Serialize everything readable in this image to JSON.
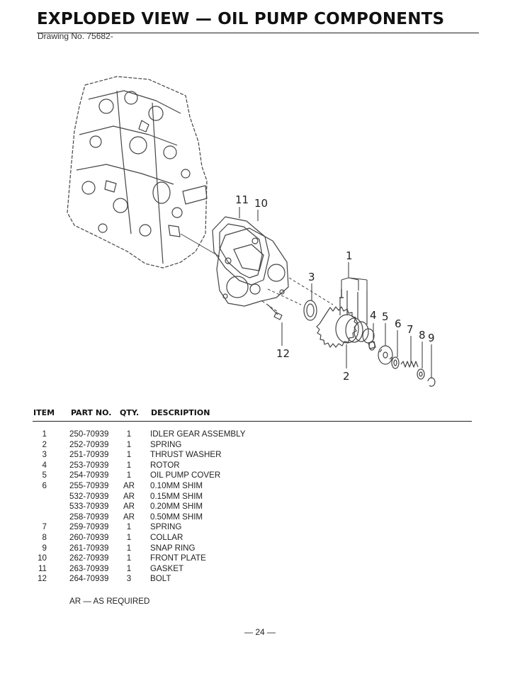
{
  "header": {
    "title": "EXPLODED VIEW — OIL PUMP COMPONENTS",
    "drawing_no": "Drawing No. 75682-"
  },
  "figure": {
    "callouts": [
      "1",
      "2",
      "3",
      "4",
      "5",
      "6",
      "7",
      "8",
      "9",
      "10",
      "11",
      "12"
    ]
  },
  "table": {
    "columns": [
      "ITEM",
      "PART NO.",
      "QTY.",
      "DESCRIPTION"
    ],
    "rows": [
      {
        "item": "1",
        "part": "250-70939",
        "qty": "1",
        "desc": "IDLER GEAR ASSEMBLY"
      },
      {
        "item": "2",
        "part": "252-70939",
        "qty": "1",
        "desc": "SPRING"
      },
      {
        "item": "3",
        "part": "251-70939",
        "qty": "1",
        "desc": "THRUST WASHER"
      },
      {
        "item": "4",
        "part": "253-70939",
        "qty": "1",
        "desc": "ROTOR"
      },
      {
        "item": "5",
        "part": "254-70939",
        "qty": "1",
        "desc": "OIL PUMP COVER"
      },
      {
        "item": "6",
        "part": "255-70939",
        "qty": "AR",
        "desc": "0.10MM SHIM"
      },
      {
        "item": "",
        "part": "532-70939",
        "qty": "AR",
        "desc": "0.15MM SHIM"
      },
      {
        "item": "",
        "part": "533-70939",
        "qty": "AR",
        "desc": "0.20MM SHIM"
      },
      {
        "item": "",
        "part": "258-70939",
        "qty": "AR",
        "desc": "0.50MM SHIM"
      },
      {
        "item": "7",
        "part": "259-70939",
        "qty": "1",
        "desc": "SPRING"
      },
      {
        "item": "8",
        "part": "260-70939",
        "qty": "1",
        "desc": "COLLAR"
      },
      {
        "item": "9",
        "part": "261-70939",
        "qty": "1",
        "desc": "SNAP RING"
      },
      {
        "item": "10",
        "part": "262-70939",
        "qty": "1",
        "desc": "FRONT PLATE"
      },
      {
        "item": "11",
        "part": "263-70939",
        "qty": "1",
        "desc": "GASKET"
      },
      {
        "item": "12",
        "part": "264-70939",
        "qty": "3",
        "desc": "BOLT"
      }
    ]
  },
  "footer": {
    "note": "AR — AS REQUIRED",
    "page": "— 24 —"
  }
}
